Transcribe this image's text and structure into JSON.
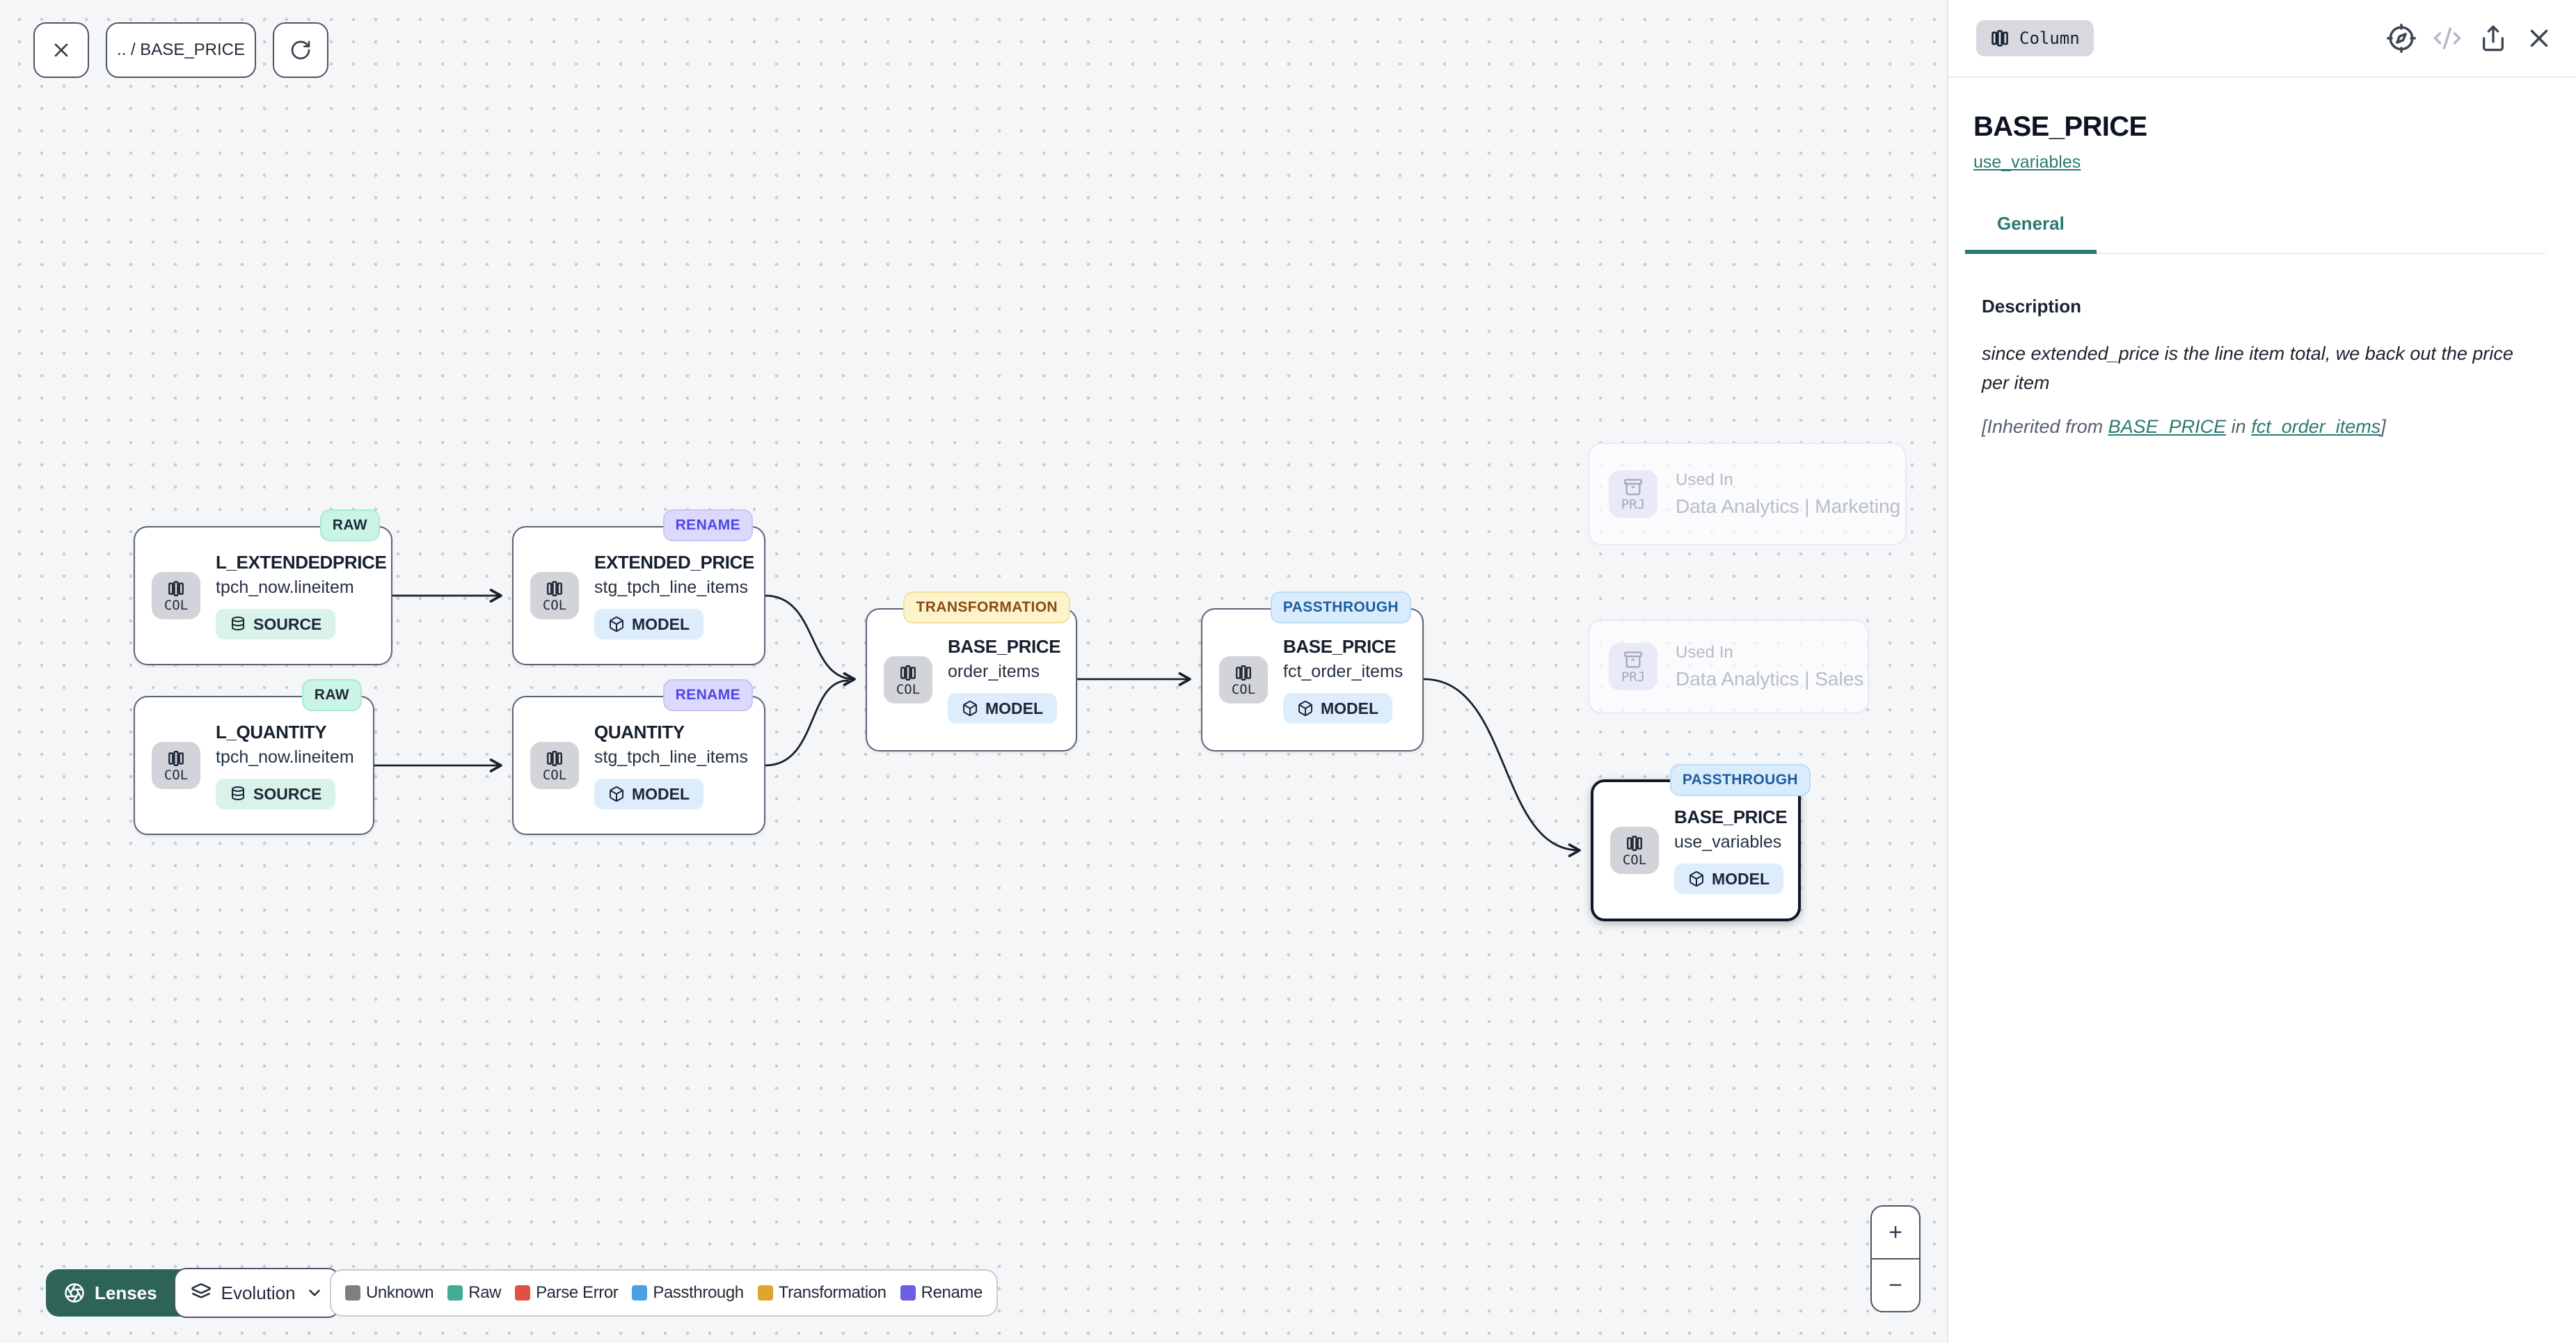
{
  "toolbar": {
    "breadcrumb": ".. / BASE_PRICE"
  },
  "canvas": {
    "nodes": [
      {
        "title": "L_EXTENDEDPRICE",
        "subtitle": "tpch_now.lineitem",
        "kind": "SOURCE",
        "badge": "RAW",
        "chip": "COL"
      },
      {
        "title": "EXTENDED_PRICE",
        "subtitle": "stg_tpch_line_items",
        "kind": "MODEL",
        "badge": "RENAME",
        "chip": "COL"
      },
      {
        "title": "L_QUANTITY",
        "subtitle": "tpch_now.lineitem",
        "kind": "SOURCE",
        "badge": "RAW",
        "chip": "COL"
      },
      {
        "title": "QUANTITY",
        "subtitle": "stg_tpch_line_items",
        "kind": "MODEL",
        "badge": "RENAME",
        "chip": "COL"
      },
      {
        "title": "BASE_PRICE",
        "subtitle": "order_items",
        "kind": "MODEL",
        "badge": "TRANSFORMATION",
        "chip": "COL"
      },
      {
        "title": "BASE_PRICE",
        "subtitle": "fct_order_items",
        "kind": "MODEL",
        "badge": "PASSTHROUGH",
        "chip": "COL"
      },
      {
        "title": "BASE_PRICE",
        "subtitle": "use_variables",
        "kind": "MODEL",
        "badge": "PASSTHROUGH",
        "chip": "COL",
        "selected": true
      }
    ],
    "used_in": [
      {
        "chip": "PRJ",
        "label": "Used In",
        "project": "Data Analytics | Marketing"
      },
      {
        "chip": "PRJ",
        "label": "Used In",
        "project": "Data Analytics | Sales"
      }
    ]
  },
  "lenses": {
    "button": "Lenses",
    "selector": "Evolution"
  },
  "legend": {
    "items": [
      {
        "label": "Unknown",
        "color": "#7f7f7f"
      },
      {
        "label": "Raw",
        "color": "#45ab92"
      },
      {
        "label": "Parse Error",
        "color": "#df5146"
      },
      {
        "label": "Passthrough",
        "color": "#4aa0e0"
      },
      {
        "label": "Transformation",
        "color": "#dda62c"
      },
      {
        "label": "Rename",
        "color": "#6b5fe3"
      }
    ]
  },
  "zoom_controls": {
    "in": "+",
    "out": "−"
  },
  "panel": {
    "type_badge": "Column",
    "title": "BASE_PRICE",
    "subtitle_link": "use_variables",
    "tabs": [
      {
        "label": "General"
      }
    ],
    "description": {
      "heading": "Description",
      "text": "since extended_price is the line item total, we back out the price per item",
      "inherited_prefix": "[Inherited from ",
      "inherited_link1": "BASE_PRICE",
      "inherited_middle": " in ",
      "inherited_link2": "fct_order_items",
      "inherited_suffix": "]"
    }
  }
}
